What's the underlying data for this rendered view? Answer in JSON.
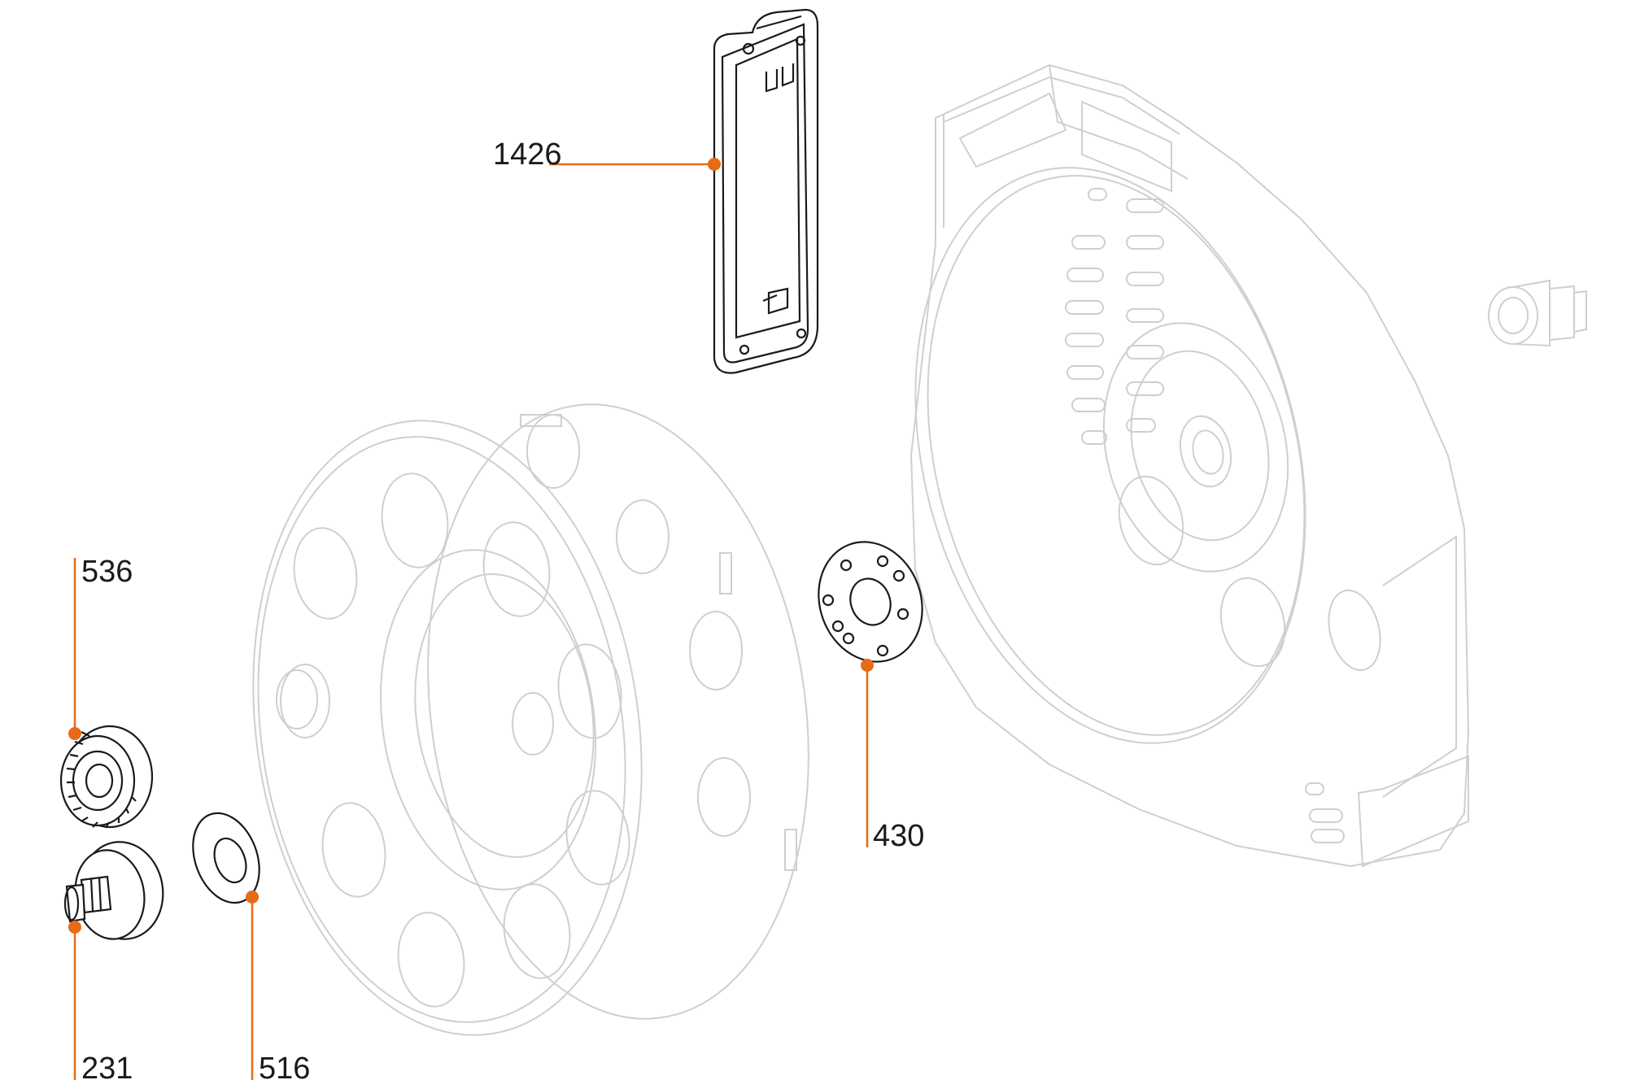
{
  "callouts": [
    {
      "id": "1426",
      "label": "1426",
      "part": "wall-mounting-plate"
    },
    {
      "id": "536",
      "label": "536",
      "part": "knurled-nut"
    },
    {
      "id": "231",
      "label": "231",
      "part": "hose-connector"
    },
    {
      "id": "516",
      "label": "516",
      "part": "washer"
    },
    {
      "id": "430",
      "label": "430",
      "part": "perforated-gasket"
    }
  ],
  "colors": {
    "accent": "#e86a17",
    "ink": "#1a1a1a",
    "ghost": "#cfcfcf"
  }
}
